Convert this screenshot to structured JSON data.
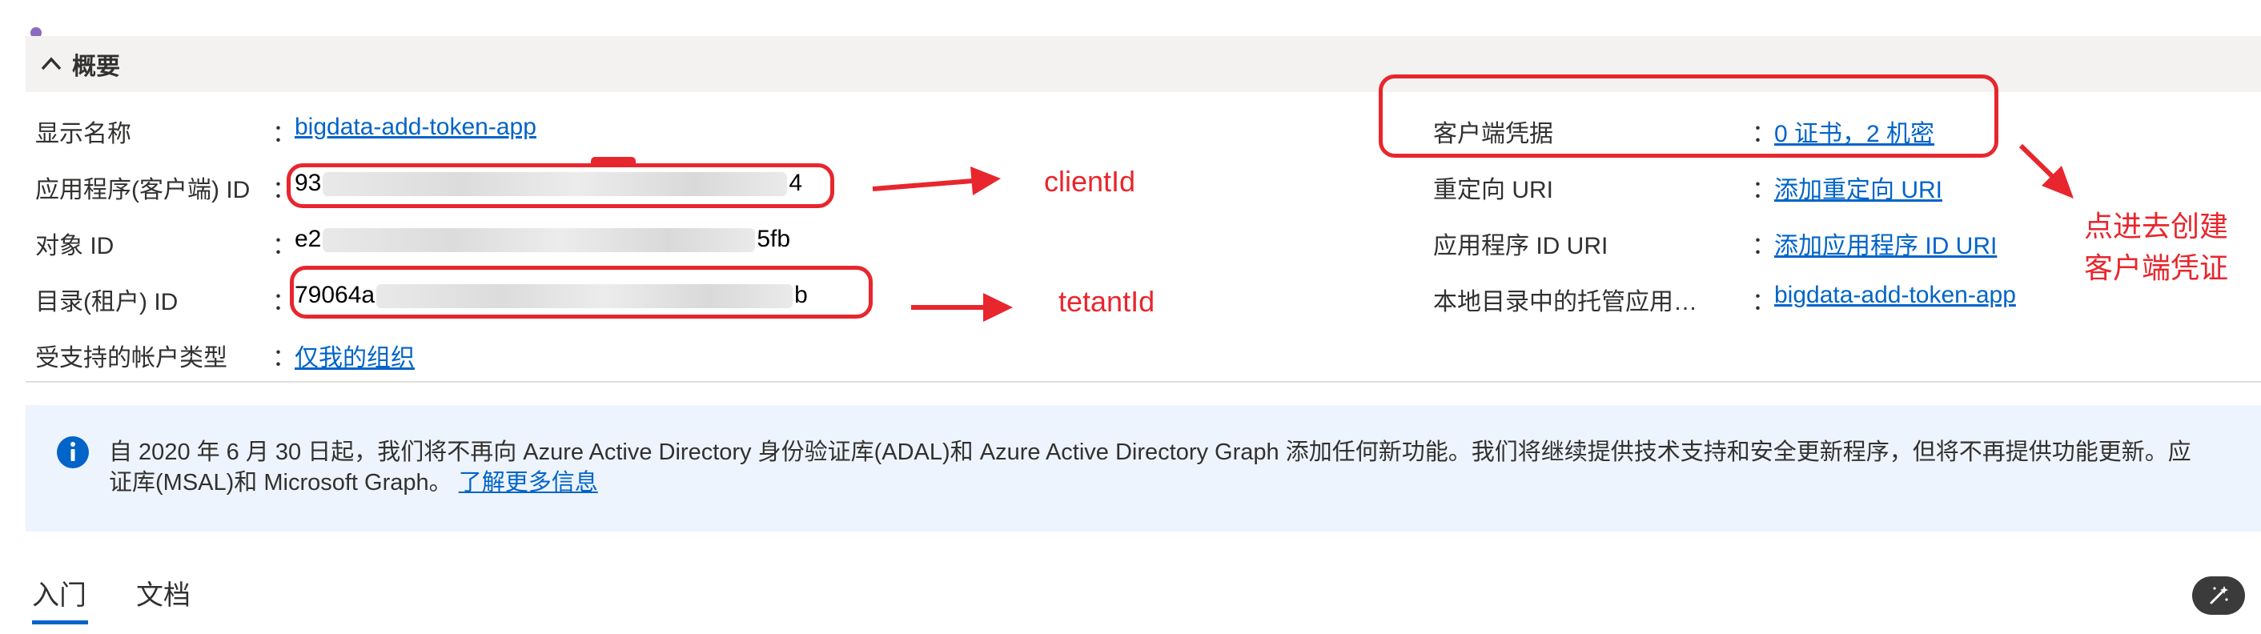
{
  "section": {
    "title": "概要"
  },
  "left_props": [
    {
      "label": "显示名称",
      "value": "bigdata-add-token-app"
    },
    {
      "label": "应用程序(客户端) ID",
      "value_start": "93",
      "value_end": "4"
    },
    {
      "label": "对象 ID",
      "value_start": "e2",
      "value_end": "5fb"
    },
    {
      "label": "目录(租户) ID",
      "value_start": "79064a",
      "value_end": "b"
    },
    {
      "label": "受支持的帐户类型",
      "value": "仅我的组织"
    }
  ],
  "right_props": [
    {
      "label": "客户端凭据",
      "value": "0 证书，2 机密"
    },
    {
      "label": "重定向 URI",
      "value": "添加重定向 URI"
    },
    {
      "label": "应用程序 ID URI",
      "value": "添加应用程序 ID URI"
    },
    {
      "label": "本地目录中的托管应用…",
      "value": "bigdata-add-token-app"
    }
  ],
  "colon": "：",
  "info": {
    "line1": "自 2020 年 6 月 30 日起，我们将不再向 Azure Active Directory 身份验证库(ADAL)和 Azure Active Directory Graph 添加任何新功能。我们将继续提供技术支持和安全更新程序，但将不再提供功能更新。应",
    "line2": "证库(MSAL)和 Microsoft Graph。",
    "link": "了解更多信息"
  },
  "tabs": [
    {
      "label": "入门"
    },
    {
      "label": "文档"
    }
  ],
  "annotations": {
    "client_id": "clientId",
    "tenant_id": "tetantId",
    "credential_line1": "点进去创建",
    "credential_line2": "客户端凭证"
  },
  "colors": {
    "annotation": "#e8262d",
    "link": "#0064c8",
    "info_bg": "#eef4fd",
    "header_bg": "#f3f2f1"
  },
  "icons": {
    "collapse": "chevron-up-icon",
    "info": "info-circle-icon",
    "fab": "magic-wand-icon"
  }
}
